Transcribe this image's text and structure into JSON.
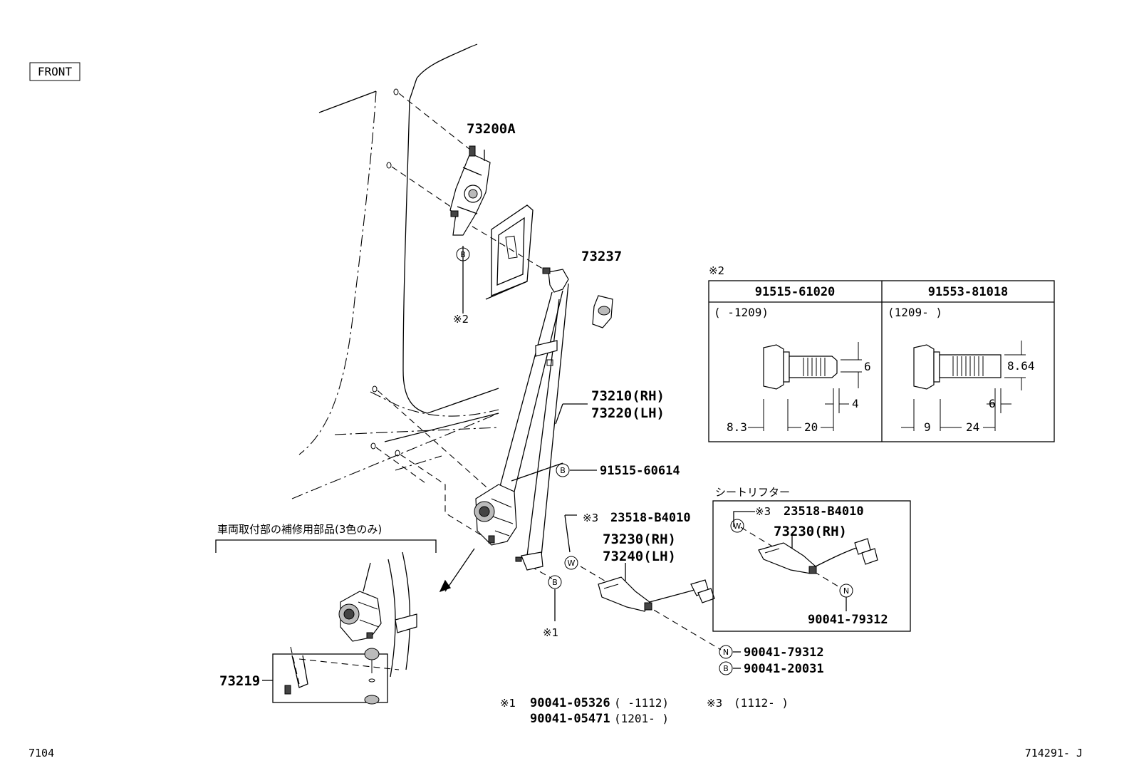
{
  "front_label": "FRONT",
  "page_code_left": "7104",
  "page_code_right": "714291- J",
  "parts": {
    "p73200a": "73200A",
    "p73237": "73237",
    "p73210": "73210(RH)",
    "p73220": "73220(LH)",
    "p91515_60614": "91515-60614",
    "p23518": "23518-B4010",
    "p73230": "73230(RH)",
    "p73240": "73240(LH)",
    "p90041_79312": "90041-79312",
    "p90041_20031": "90041-20031",
    "p73219": "73219"
  },
  "refs": {
    "mark1": "※1",
    "mark2": "※2",
    "mark3": "※3"
  },
  "circles": {
    "b": "B",
    "w": "W",
    "n": "N"
  },
  "repair_box": {
    "title": "車両取付部の補修用部品(3色のみ)"
  },
  "seat_lifter": {
    "title": "シートリフター",
    "p23518": "23518-B4010",
    "p73230": "73230(RH)",
    "p90041": "90041-79312"
  },
  "bolt_table": {
    "title": "※2",
    "col1": {
      "part": "91515-61020",
      "range": "(  -1209)",
      "dims": {
        "d1": "6",
        "d2": "4",
        "d3": "8.3",
        "d4": "20"
      }
    },
    "col2": {
      "part": "91553-81018",
      "range": "(1209-  )",
      "dims": {
        "d1": "8.64",
        "d2": "6",
        "d3": "9",
        "d4": "24"
      }
    }
  },
  "footnotes": {
    "n1_mark": "※1",
    "n1_a_part": "90041-05326",
    "n1_a_range": "(   -1112)",
    "n1_b_part": "90041-05471",
    "n1_b_range": "(1201-   )",
    "n3_mark": "※3",
    "n3_range": "(1112-   )"
  }
}
